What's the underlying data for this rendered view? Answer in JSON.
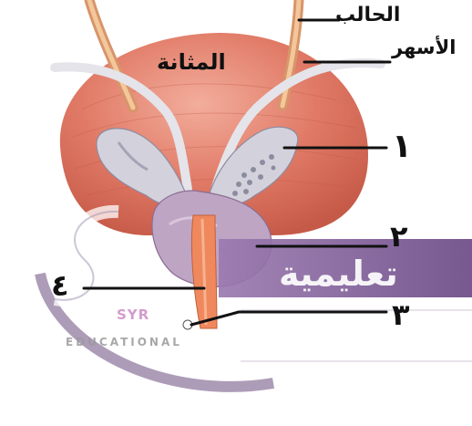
{
  "labels": {
    "bladder": "المثانة",
    "ureter": "الحالب",
    "vas_deferens": "الأسهر",
    "num_1": "١",
    "num_2": "٢",
    "num_3": "٣",
    "num_4": "٤"
  },
  "watermark": {
    "text": "تعليمية",
    "brand": "SYR",
    "subtitle": "EDUCATIONAL"
  },
  "colors": {
    "bladder": "#e07a66",
    "ureter": "#e8b27c",
    "seminal_vesicle": "#cfcfd8",
    "prostate": "#ba9ec0",
    "urethra": "#f0885e",
    "watermark_purple": "#7e5c95"
  }
}
